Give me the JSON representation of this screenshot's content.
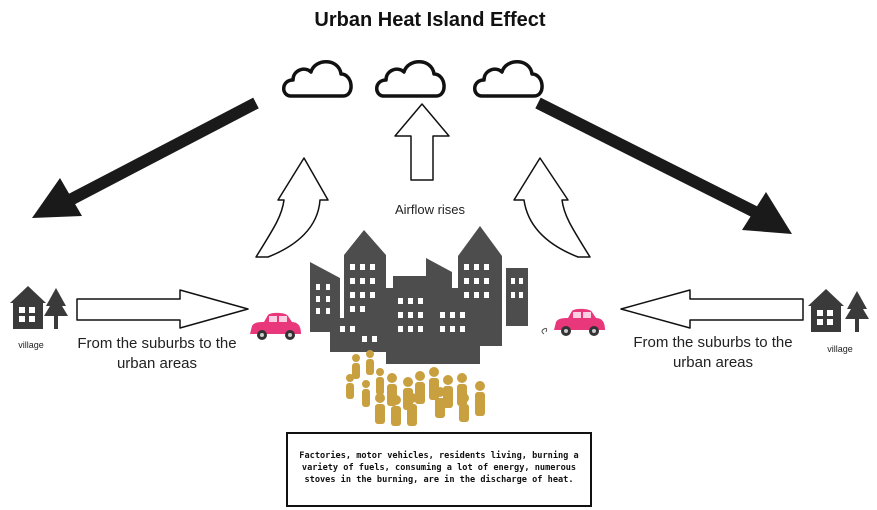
{
  "title": "Urban Heat Island Effect",
  "airflow_label": "Airflow rises",
  "route_left": "From the suburbs to the urban areas",
  "route_right": "From the suburbs to the urban areas",
  "village_left": "village",
  "village_right": "village",
  "note": "Factories, motor vehicles, residents living, burning a variety of fuels, consuming a lot of energy, numerous stoves in the burning, are in the discharge of heat.",
  "colors": {
    "building": "#4d4d4d",
    "window": "#ffffff",
    "car": "#e8377a",
    "people": "#c8a040",
    "arrow_dark": "#1a1a1a"
  }
}
